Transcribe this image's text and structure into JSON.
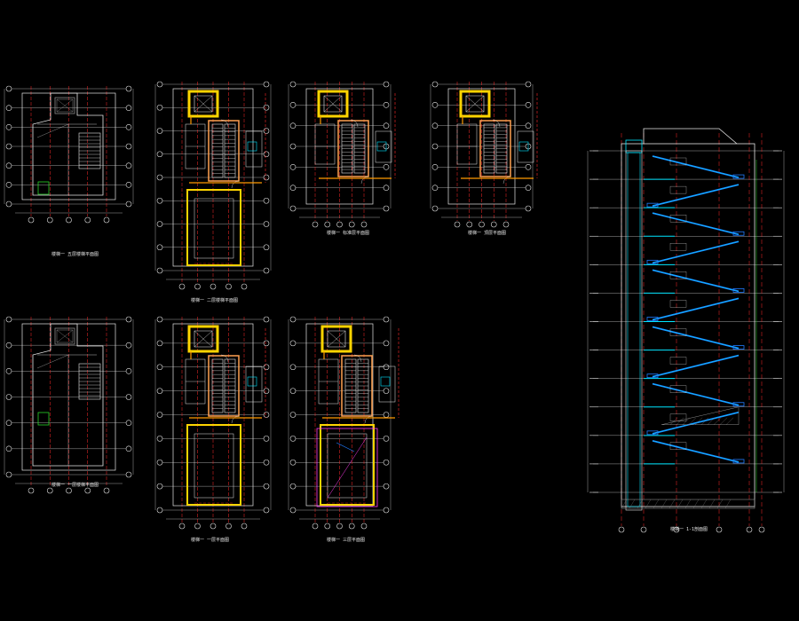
{
  "drawing": {
    "background": "#000000",
    "palette": {
      "red": "#ff2a2a",
      "white": "#e6e6e6",
      "yellow": "#ffd400",
      "orange": "#ff9a00",
      "cyan": "#00e5ff",
      "blue": "#1e7bff",
      "green": "#29d42a",
      "magenta": "#ff3cf0",
      "grey": "#8a8a8a"
    },
    "sheets": [
      {
        "id": "plan-a1",
        "kind": "plan",
        "variant": "small",
        "title": "楼梯一 五层楼梯平面图"
      },
      {
        "id": "plan-a2",
        "kind": "plan",
        "variant": "tall",
        "title": "楼梯一 二层楼梯平面图"
      },
      {
        "id": "plan-a3",
        "kind": "plan",
        "variant": "short",
        "title": "楼梯一 标准层平面图"
      },
      {
        "id": "plan-a4",
        "kind": "plan",
        "variant": "short",
        "title": "楼梯一 顶层平面图"
      },
      {
        "id": "plan-b1",
        "kind": "plan",
        "variant": "small",
        "title": "楼梯一 一层楼梯平面图"
      },
      {
        "id": "plan-b2",
        "kind": "plan",
        "variant": "tall",
        "title": "楼梯一 一层平面图"
      },
      {
        "id": "plan-b3",
        "kind": "plan",
        "variant": "tall",
        "title": "楼梯一 三层平面图"
      },
      {
        "id": "section-1",
        "kind": "section",
        "title": "楼梯一 1-1剖面图"
      }
    ]
  }
}
